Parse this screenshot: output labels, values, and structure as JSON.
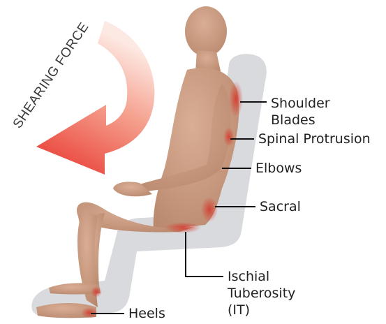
{
  "diagram": {
    "arrow_label": "SHEARING FORCE",
    "colors": {
      "arrow_red": "#e8322a",
      "skin": "#c99a7e",
      "chair": "#d9dadd",
      "pressure": "#d8453a",
      "leader": "#111111"
    },
    "labels": {
      "shoulder_line1": "Shoulder",
      "shoulder_line2": "Blades",
      "spinal": "Spinal Protrusion",
      "elbows": "Elbows",
      "sacral": "Sacral",
      "ischial_line1": "Ischial",
      "ischial_line2": "Tuberosity",
      "ischial_line3": "(IT)",
      "heels": "Heels"
    }
  }
}
